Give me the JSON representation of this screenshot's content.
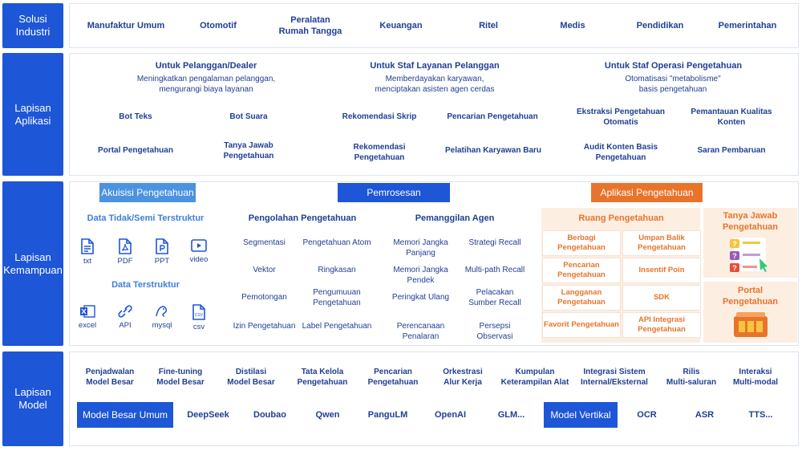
{
  "rows": {
    "industry": "Solusi\nIndustri",
    "application": "Lapisan\nAplikasi",
    "capability": "Lapisan\nKemampuan",
    "model": "Lapisan\nModel"
  },
  "industries": [
    "Manufaktur Umum",
    "Otomotif",
    "Peralatan\nRumah Tangga",
    "Keuangan",
    "Ritel",
    "Medis",
    "Pendidikan",
    "Pemerintahan"
  ],
  "application": {
    "groups": [
      {
        "title": "Untuk Pelanggan/Dealer",
        "desc": "Meningkatkan pengalaman pelanggan,\nmengurangi biaya layanan"
      },
      {
        "title": "Untuk Staf Layanan Pelanggan",
        "desc": "Memberdayakan karyawan,\nmenciptakan asisten agen cerdas"
      },
      {
        "title": "Untuk Staf Operasi Pengetahuan",
        "desc": "Otomatisasi \"metabolisme\"\nbasis pengetahuan"
      }
    ],
    "items": [
      "Bot Teks",
      "Bot Suara",
      "Rekomendasi Skrip",
      "Pencarian Pengetahuan",
      "Ekstraksi Pengetahuan\nOtomatis",
      "Pemantauan Kualitas\nKonten",
      "Portal Pengetahuan",
      "Tanya Jawab\nPengetahuan",
      "Rekomendasi\nPengetahuan",
      "Pelatihan Karyawan Baru",
      "Audit Konten Basis\nPengetahuan",
      "Saran Pembaruan"
    ]
  },
  "capability": {
    "acquisition": {
      "header": "Akuisisi Pengetahuan",
      "unstructured_title": "Data Tidak/Semi Terstruktur",
      "unstructured": [
        "txt",
        "PDF",
        "PPT",
        "video"
      ],
      "structured_title": "Data Terstruktur",
      "structured": [
        "excel",
        "API",
        "mysql",
        "csv"
      ]
    },
    "processing": {
      "header": "Pemrosesan Pengetahuan",
      "col1_title": "Pengolahan Pengetahuan",
      "col2_title": "Pemanggilan Agen",
      "col1": [
        "Segmentasi",
        "Pengetahuan Atom",
        "Vektor",
        "Ringkasan",
        "Pemotongan",
        "Pengumuuan\nPengetahuan",
        "Izin Pengetahuan",
        "Label Pengetahuan"
      ],
      "col2": [
        "Memori Jangka Panjang",
        "Strategi Recall",
        "Memori Jangka Pendek",
        "Multi-path Recall",
        "Peringkat Ulang",
        "Pelacakan\nSumber Recall",
        "Perencanaan Penalaran",
        "Persepsi Observasi"
      ]
    },
    "app": {
      "header": "Aplikasi Pengetahuan",
      "space_title": "Ruang Pengetahuan",
      "space": [
        "Berbagi Pengetahuan",
        "Umpan Balik\nPengetahuan",
        "Pencarian\nPengetahuan",
        "Insentif Poin",
        "Langganan\nPengetahuan",
        "SDK",
        "Favorit Pengetahuan",
        "API Integrasi\nPengetahuan"
      ],
      "qa_title": "Tanya Jawab\nPengetahuan",
      "portal_title": "Portal\nPengetahuan"
    }
  },
  "model": {
    "capabilities": [
      "Penjadwalan\nModel Besar",
      "Fine-tuning\nModel Besar",
      "Distilasi\nModel Besar",
      "Tata Kelola\nPengetahuan",
      "Pencarian\nPengetahuan",
      "Orkestrasi\nAlur Kerja",
      "Kumpulan\nKeterampilan Alat",
      "Integrasi Sistem\nInternal/Eksternal",
      "Rilis\nMulti-saluran",
      "Interaksi\nMulti-modal"
    ],
    "general_label": "Model Besar Umum",
    "general": [
      "DeepSeek",
      "Doubao",
      "Qwen",
      "PanguLM",
      "OpenAI",
      "GLM..."
    ],
    "vertical_label": "Model Vertikal",
    "vertical": [
      "OCR",
      "ASR",
      "TTS..."
    ]
  },
  "colors": {
    "primary": "#1d56d6",
    "light_blue": "#4b92e0",
    "orange": "#e8742b",
    "orange_bg": "#fdeee2"
  }
}
